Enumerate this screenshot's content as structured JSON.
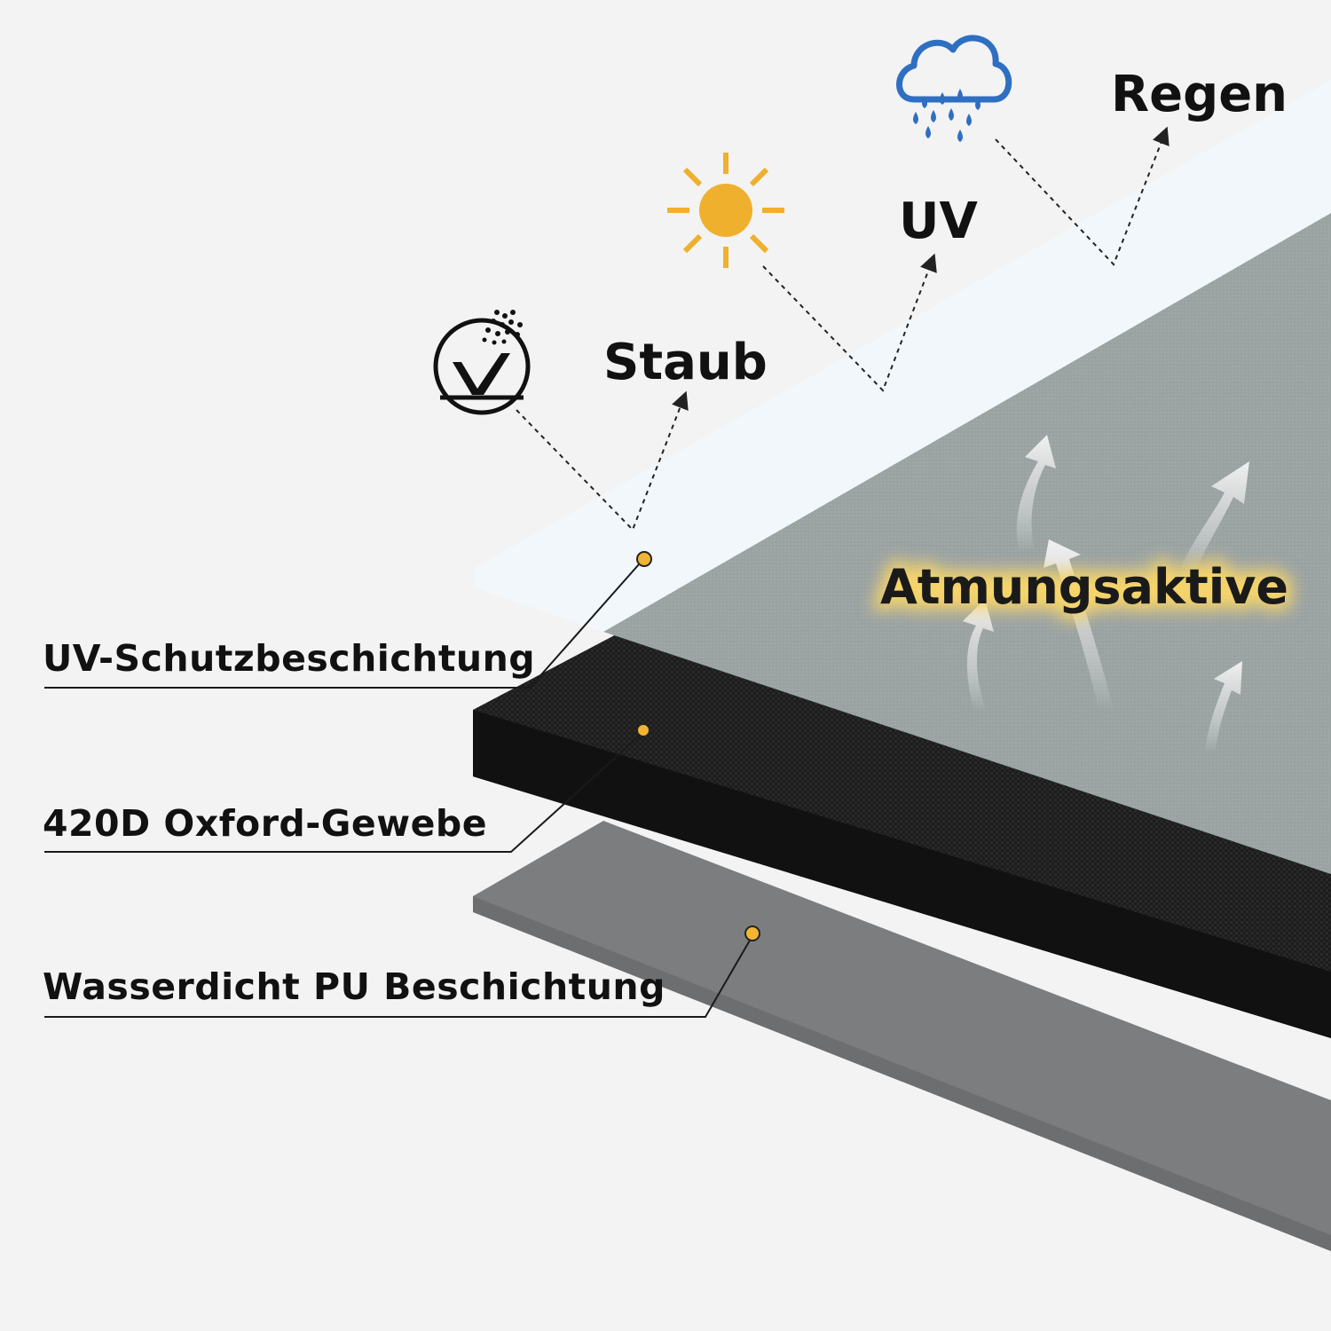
{
  "threats": {
    "dust": "Staub",
    "uv": "UV",
    "rain": "Regen"
  },
  "breathable": "Atmungsaktive",
  "layers": [
    {
      "label": "UV-Schutzbeschichtung"
    },
    {
      "label": "420D Oxford-Gewebe"
    },
    {
      "label": "Wasserdicht PU Beschichtung"
    }
  ],
  "colors": {
    "uv_coating": "#f1f7fb",
    "oxford_fabric": "#1b1b1b",
    "gray_top": "#9aa2a2",
    "pu_coating": "#7d7f81",
    "marker": "#f2b433",
    "sun": "#efb02d",
    "rain_cloud": "#2f6fc2",
    "glow": "#f6d46a"
  },
  "icons": [
    "dust-shield-icon",
    "sun-icon",
    "rain-cloud-icon",
    "breath-arrow-icon"
  ]
}
